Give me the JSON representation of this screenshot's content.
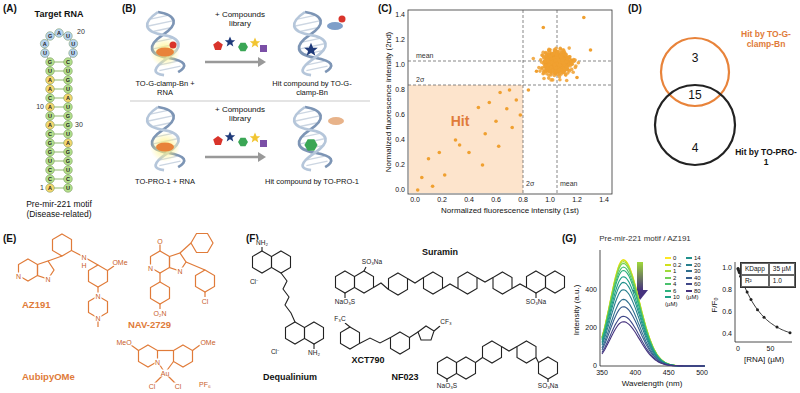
{
  "diagram": {
    "nodes": [
      {
        "text": [
          "KDapp",
          "35 µM",
          "R²",
          "1.0"
        ]
      }
    ],
    "labels": [
      "(A)",
      "Target RNA",
      "Pre-mir-221 motif (Disease-related)",
      "1",
      "10",
      "20",
      "30",
      "A",
      "C",
      "C",
      "U",
      "G",
      "G",
      "C",
      "A",
      "U",
      "A",
      "C",
      "A",
      "A",
      "U",
      "G",
      "U",
      "A",
      "G",
      "A",
      "U",
      "U",
      "U",
      "C",
      "U",
      "G",
      "U",
      "A",
      "U",
      "G",
      "G",
      "U",
      "A",
      "G",
      "G",
      "U",
      "C",
      "U",
      "(B)",
      "+ Compounds library",
      "TO-G-clamp-Bn + RNA",
      "Hit compound by TO-G-clamp-Bn",
      "+ Compounds library",
      "TO-PRO-1 + RNA",
      "Hit compound by TO-PRO-1",
      "(C)",
      "Normalized fluorescence intensity (2nd)",
      "Normalized fluorescence intensity (1st)",
      "mean",
      "2σ",
      "2σ",
      "mean",
      "Hit",
      "0.0",
      "0.2",
      "0.4",
      "0.6",
      "0.8",
      "1.0",
      "1.2",
      "1.4",
      "0.0",
      "0.2",
      "0.4",
      "0.6",
      "0.8",
      "1.0",
      "1.2",
      "1.4",
      "(D)",
      "Hit by TO-G-clamp-Bn",
      "3",
      "15",
      "4",
      "Hit by TO-PRO-1",
      "(E)",
      "AZ191",
      "NAV-2729",
      "AubipyOMe",
      "N",
      "N",
      "H",
      "N",
      "OMe",
      "N",
      "N",
      "O",
      "N",
      "N",
      "O₂N",
      "Cl",
      "N",
      "Au",
      "Cl",
      "Cl",
      "PF₆",
      "OMe",
      "MeO",
      "(F)",
      "Dequalinium",
      "Suramin",
      "XCT790",
      "NF023",
      "NH₂",
      "Cl⁻",
      "NH₂",
      "Cl⁻",
      "NaO₃S",
      "SO₃Na",
      "SO₃Na",
      "NaO₃S",
      "SO₃Na",
      "F₃C",
      "CF₃",
      "(G)",
      "Pre-mir-221 motif / AZ191",
      "Intensity (a.u.)",
      "Wavelength (nm)",
      "0",
      "200",
      "400",
      "350",
      "400",
      "450",
      "500",
      "(µM)",
      "(µM)",
      "F/F₀",
      "[RNA] (µM)",
      "0",
      "50",
      "1.0",
      "0.8",
      "0.6",
      "0.4"
    ],
    "legend": [
      {
        "text": "0",
        "color": "#fde725"
      },
      {
        "text": "0.2",
        "color": "#d0e11c"
      },
      {
        "text": "1",
        "color": "#a0da39"
      },
      {
        "text": "2",
        "color": "#73d056"
      },
      {
        "text": "4",
        "color": "#4ac16d"
      },
      {
        "text": "6",
        "color": "#2db27d"
      },
      {
        "text": "10",
        "color": "#1fa187"
      },
      {
        "text": "14",
        "color": "#21918c"
      },
      {
        "text": "20",
        "color": "#277f8e"
      },
      {
        "text": "30",
        "color": "#2e6e8e"
      },
      {
        "text": "40",
        "color": "#365c8d"
      },
      {
        "text": "60",
        "color": "#3f4788"
      },
      {
        "text": "80",
        "color": "#46327e"
      }
    ]
  }
}
